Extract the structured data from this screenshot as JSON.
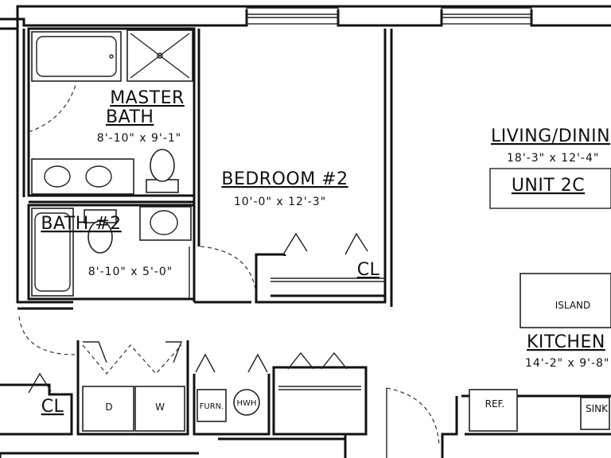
{
  "rooms": {
    "master_bath": {
      "line1": "MASTER",
      "line2": "BATH",
      "dim": "8'-10\" x 9'-1\""
    },
    "bath2": {
      "name": "BATH #2",
      "dim": "8'-10\" x 5'-0\""
    },
    "bedroom2": {
      "name": "BEDROOM #2",
      "dim": "10'-0\" x 12'-3\""
    },
    "living": {
      "name": "LIVING/DININ",
      "dim": "18'-3\" x 12'-4\""
    },
    "kitchen": {
      "name": "KITCHEN",
      "dim": "14'-2\" x 9'-8\""
    }
  },
  "unit_label": "UNIT 2C",
  "fixtures": {
    "closet1": "CL",
    "closet2": "CL",
    "island": "ISLAND",
    "washer": "W",
    "dryer": "D",
    "furnace": "FURN.",
    "water_heater": "HWH",
    "fridge": "REF.",
    "sink": "SINK"
  }
}
